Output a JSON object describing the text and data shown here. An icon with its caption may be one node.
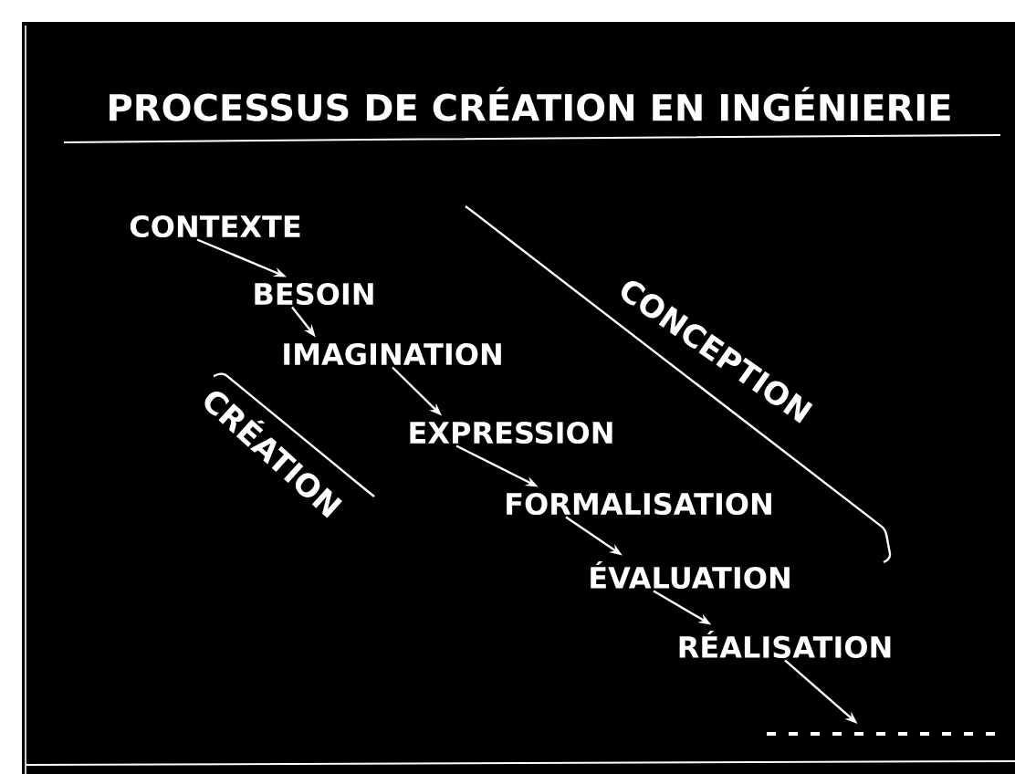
{
  "diagram": {
    "title": "PROCESSUS DE CRÉATION EN INGÉNIERIE",
    "nodes": [
      {
        "text": [
          "CONTEXTE"
        ]
      },
      {
        "text": [
          "BESOIN"
        ]
      },
      {
        "text": [
          "IMAGINATION"
        ]
      },
      {
        "text": [
          "EXPRESSION"
        ]
      },
      {
        "text": [
          "FORMALISATION"
        ]
      },
      {
        "text": [
          "ÉVALUATION"
        ]
      },
      {
        "text": [
          "RÉALISATION"
        ]
      },
      {
        "text": [],
        "shape": "line"
      }
    ],
    "edges": [
      {
        "from": 0,
        "to": 1,
        "arrow": "to"
      },
      {
        "from": 1,
        "to": 2,
        "arrow": "to"
      },
      {
        "from": 2,
        "to": 3,
        "arrow": "to"
      },
      {
        "from": 3,
        "to": 4,
        "arrow": "to"
      },
      {
        "from": 4,
        "to": 5,
        "arrow": "to"
      },
      {
        "from": 5,
        "to": 6,
        "arrow": "to"
      },
      {
        "from": 6,
        "to": 7,
        "arrow": "to"
      }
    ],
    "labels": [
      "CRÉATION",
      "CONCEPTION"
    ]
  }
}
